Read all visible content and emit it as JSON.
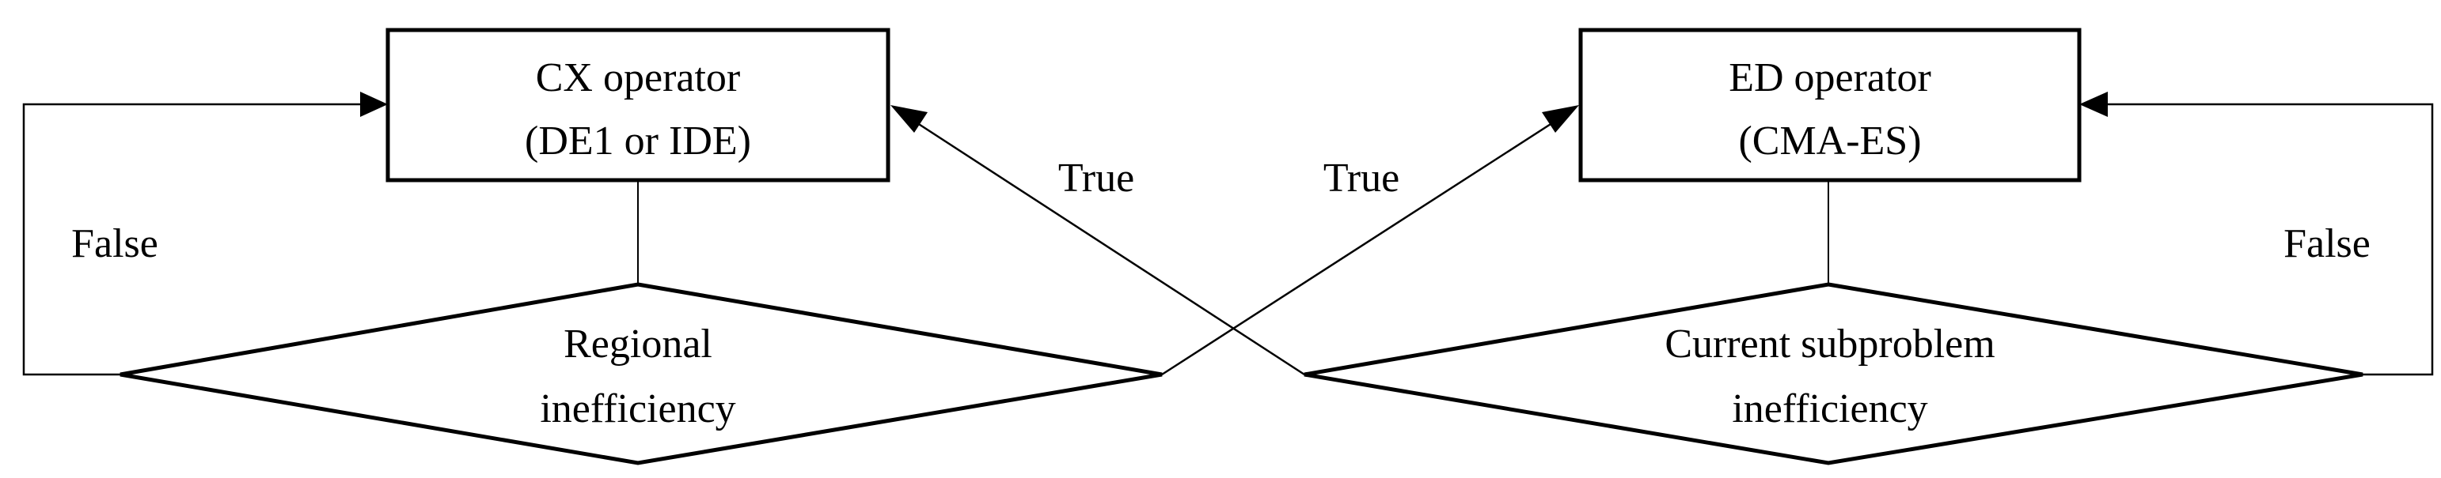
{
  "nodes": {
    "cx_operator": {
      "line1": "CX operator",
      "line2": "(DE1 or IDE)"
    },
    "ed_operator": {
      "line1": "ED operator",
      "line2": "(CMA-ES)"
    },
    "regional_check": {
      "line1": "Regional",
      "line2": "inefficiency"
    },
    "subproblem_check": {
      "line1": "Current subproblem",
      "line2": "inefficiency"
    }
  },
  "edges": {
    "left_false": "False",
    "right_false": "False",
    "left_true": "True",
    "right_true": "True"
  }
}
